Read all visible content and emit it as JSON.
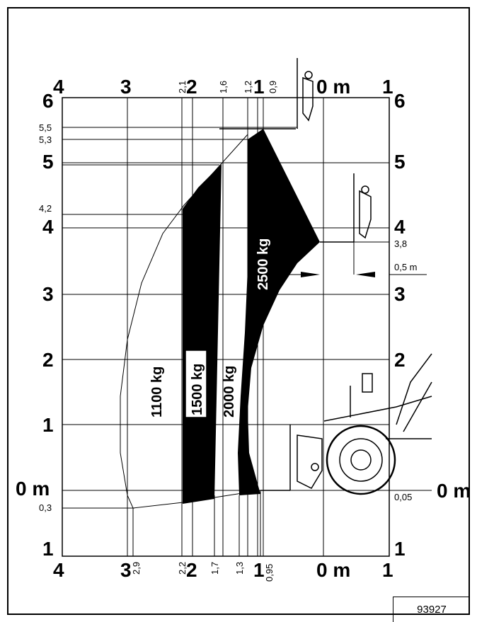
{
  "diagram": {
    "top_axis_labels": [
      "4",
      "3",
      "2,1",
      "2",
      "1,6",
      "1,2",
      "1",
      "0,9",
      "0 m",
      "1"
    ],
    "bottom_axis_labels": [
      "4",
      "3",
      "2,9",
      "2,2",
      "2",
      "1,7",
      "1,3",
      "1",
      "0,95",
      "0 m",
      "1"
    ],
    "left_axis_labels": [
      "6",
      "5,5",
      "5,3",
      "5",
      "4,2",
      "4",
      "3",
      "2",
      "1",
      "0 m",
      "0,3",
      "1"
    ],
    "right_axis_labels": [
      "6",
      "5",
      "4",
      "3,8",
      "0,5 m",
      "3",
      "2",
      "0,05",
      "0 m",
      "1"
    ],
    "zones": [
      {
        "label": "1100 kg"
      },
      {
        "label": "1500 kg"
      },
      {
        "label": "2000 kg"
      },
      {
        "label": "2500 kg"
      }
    ],
    "reference_number": "93927"
  }
}
